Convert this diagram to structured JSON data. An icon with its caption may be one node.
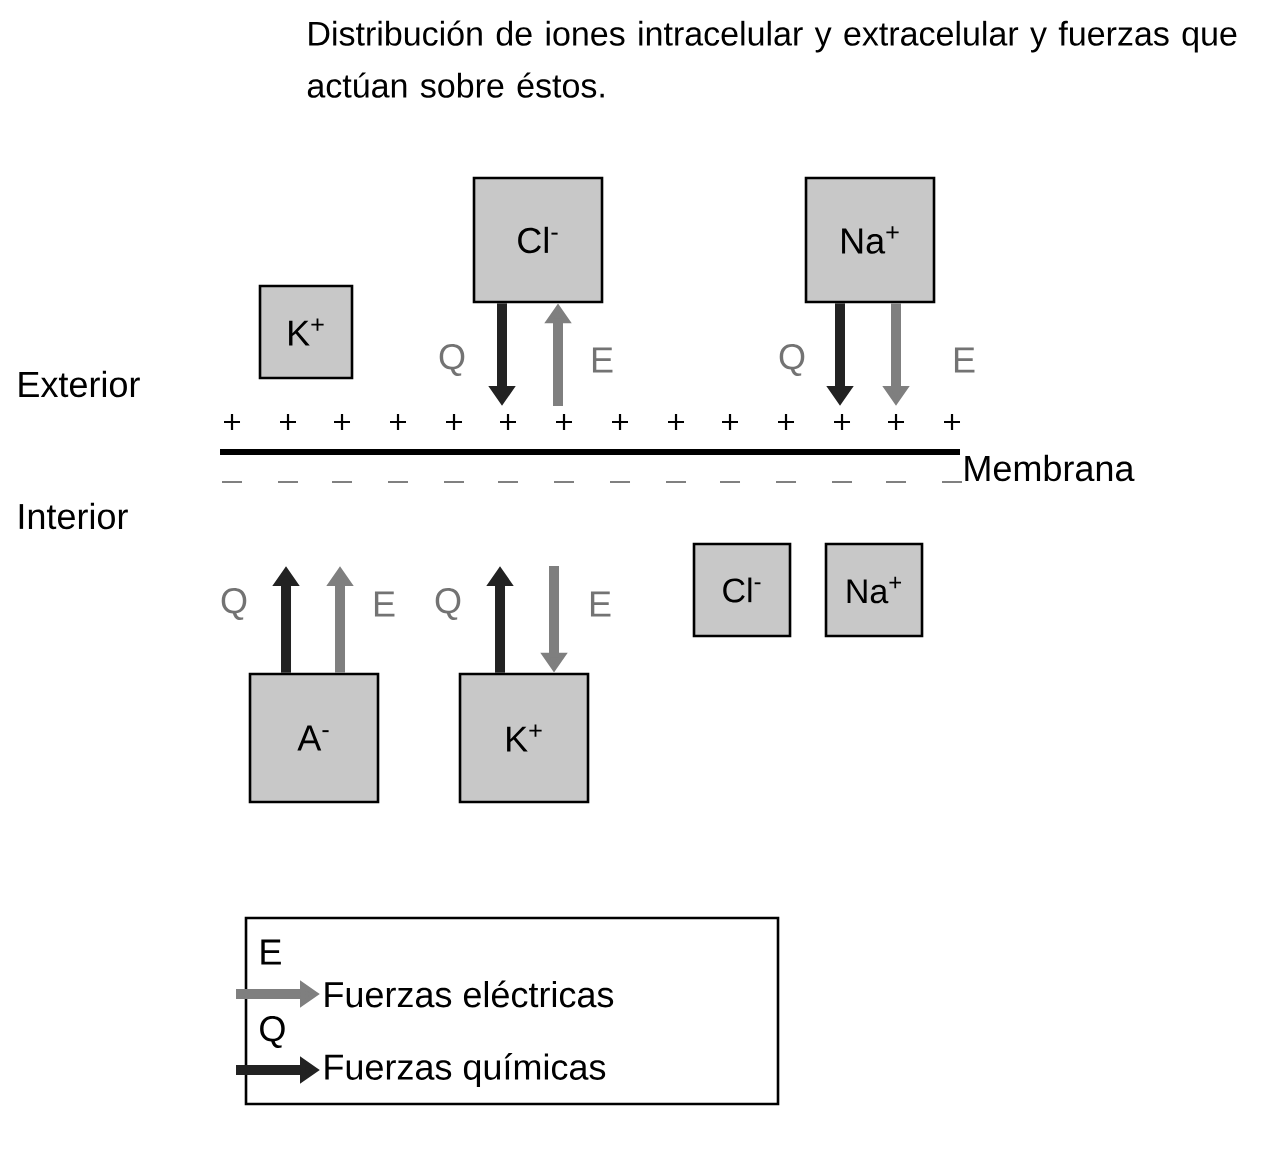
{
  "diagram": {
    "title": "Distribución de iones intracelular y extracelular y fuerzas que actúan sobre éstos.",
    "nodes": [
      {
        "text": [
          "Cl$^{-}$"
        ]
      },
      {
        "text": [
          "Na$^{+}$"
        ]
      },
      {
        "text": [
          "K$^{+}$"
        ]
      },
      {
        "text": [
          "Cl$^{-}$"
        ]
      },
      {
        "text": [
          "Na$^{+}$"
        ]
      },
      {
        "text": [
          "A$^{-}$"
        ]
      },
      {
        "text": [
          "K$^{+}$"
        ]
      }
    ],
    "edges": [
      {
        "from": 0,
        "to": null,
        "arrow": "to",
        "label": "Q"
      },
      {
        "from": null,
        "to": 0,
        "arrow": "to",
        "label": "E",
        "color": "#7f7f7f"
      },
      {
        "from": 1,
        "to": null,
        "arrow": "to",
        "label": "Q"
      },
      {
        "from": 1,
        "to": null,
        "arrow": "to",
        "label": "E",
        "color": "#7f7f7f"
      },
      {
        "from": 5,
        "to": null,
        "arrow": "to",
        "label": "Q"
      },
      {
        "from": 5,
        "to": null,
        "arrow": "to",
        "label": "E",
        "color": "#7f7f7f"
      },
      {
        "from": 6,
        "to": null,
        "arrow": "to",
        "label": "Q"
      },
      {
        "from": null,
        "to": 6,
        "arrow": "to",
        "label": "E",
        "color": "#7f7f7f"
      }
    ],
    "labels": [
      "Exterior",
      "Membrana",
      "Interior",
      "E",
      "Q"
    ],
    "legend": [
      {
        "text": "Fuerzas eléctricas"
      },
      {
        "text": "Fuerzas químicas"
      }
    ]
  }
}
